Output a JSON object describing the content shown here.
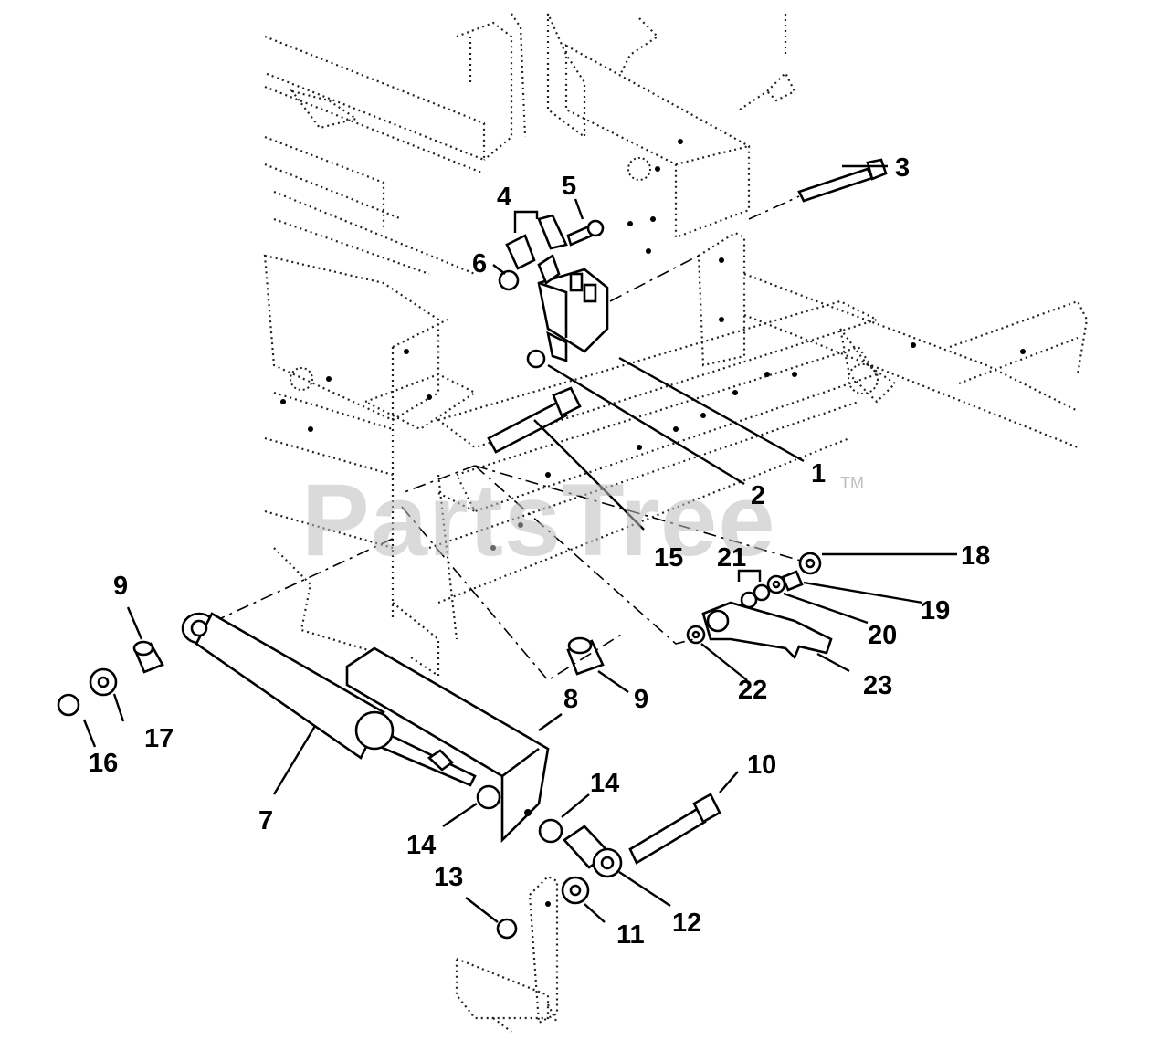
{
  "watermark": {
    "text": "PartsTree",
    "trademark": "TM"
  },
  "callouts": [
    "1",
    "2",
    "3",
    "4",
    "5",
    "6",
    "7",
    "8",
    "9",
    "9",
    "10",
    "11",
    "12",
    "13",
    "14",
    "14",
    "15",
    "16",
    "17",
    "18",
    "19",
    "20",
    "21",
    "22",
    "23"
  ]
}
